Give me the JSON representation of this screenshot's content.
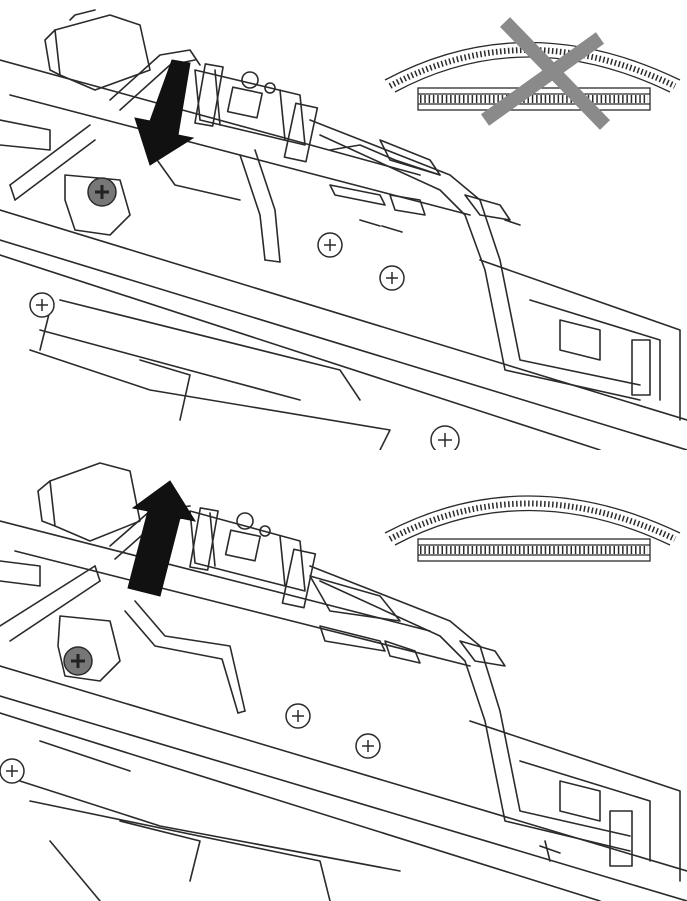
{
  "panels": [
    {
      "id": "incorrect-installation",
      "arrow_direction": "down",
      "track_icon": "curved-and-straight-track-crossed-out",
      "crossed_out": true
    },
    {
      "id": "correct-installation",
      "arrow_direction": "up",
      "track_icon": "curved-and-straight-track",
      "crossed_out": false
    }
  ],
  "colors": {
    "line": "#2b2b2b",
    "arrow": "#111111",
    "cross": "#8a8a8a",
    "screw_fill": "#777777",
    "background": "#ffffff"
  }
}
